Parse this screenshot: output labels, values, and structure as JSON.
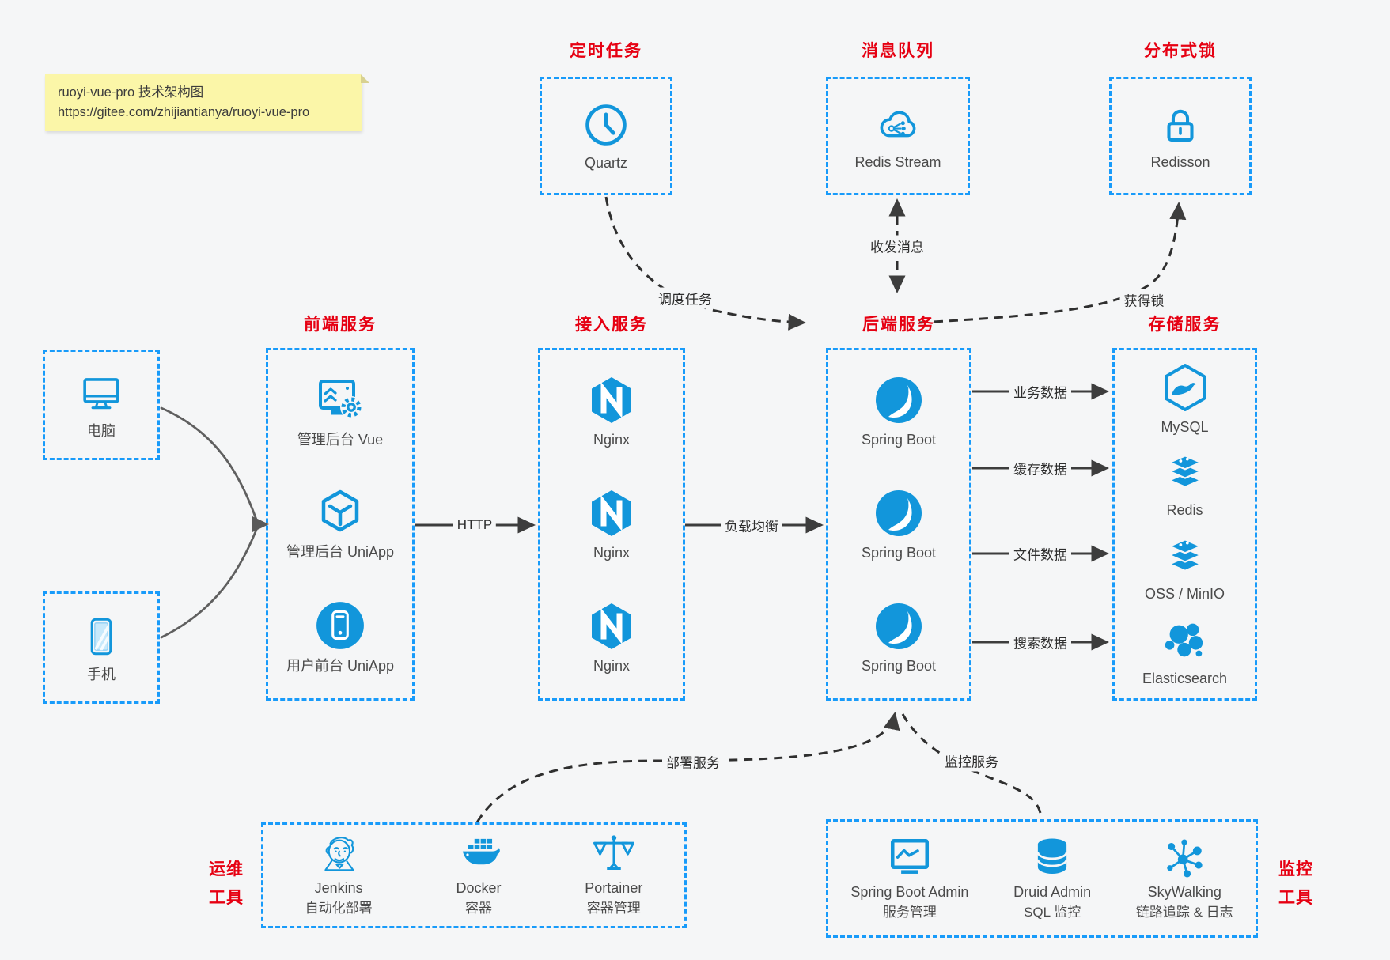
{
  "colors": {
    "accent_blue": "#1296db",
    "border_blue": "#189bfa",
    "title_red": "#e60012",
    "background": "#f5f6f7",
    "wire_dark": "#3d3d3d"
  },
  "note": {
    "line1": "ruoyi-vue-pro 技术架构图",
    "line2": "https://gitee.com/zhijiantianya/ruoyi-vue-pro"
  },
  "top_services": [
    {
      "title": "定时任务",
      "label": "Quartz",
      "icon": "clock-icon"
    },
    {
      "title": "消息队列",
      "label": "Redis Stream",
      "icon": "cloud-network-icon"
    },
    {
      "title": "分布式锁",
      "label": "Redisson",
      "icon": "lock-icon"
    }
  ],
  "clients": [
    {
      "label": "电脑",
      "icon": "desktop-icon"
    },
    {
      "label": "手机",
      "icon": "smartphone-icon"
    }
  ],
  "columns": {
    "frontend": {
      "title": "前端服务",
      "items": [
        {
          "label": "管理后台 Vue"
        },
        {
          "label": "管理后台 UniApp"
        },
        {
          "label": "用户前台 UniApp"
        }
      ]
    },
    "access": {
      "title": "接入服务",
      "items": [
        {
          "label": "Nginx"
        },
        {
          "label": "Nginx"
        },
        {
          "label": "Nginx"
        }
      ]
    },
    "backend": {
      "title": "后端服务",
      "items": [
        {
          "label": "Spring Boot"
        },
        {
          "label": "Spring Boot"
        },
        {
          "label": "Spring Boot"
        }
      ]
    },
    "storage": {
      "title": "存储服务",
      "items": [
        {
          "label": "MySQL"
        },
        {
          "label": "Redis"
        },
        {
          "label": "OSS / MinIO"
        },
        {
          "label": "Elasticsearch"
        }
      ]
    }
  },
  "ops": {
    "title_line1": "运维",
    "title_line2": "工具",
    "items": [
      {
        "name": "Jenkins",
        "desc": "自动化部署"
      },
      {
        "name": "Docker",
        "desc": "容器"
      },
      {
        "name": "Portainer",
        "desc": "容器管理"
      }
    ]
  },
  "monitor": {
    "title_line1": "监控",
    "title_line2": "工具",
    "items": [
      {
        "name": "Spring Boot Admin",
        "desc": "服务管理"
      },
      {
        "name": "Druid Admin",
        "desc": "SQL 监控"
      },
      {
        "name": "SkyWalking",
        "desc": "链路追踪 & 日志"
      }
    ]
  },
  "edges": {
    "http": "HTTP",
    "load_balance": "负载均衡",
    "business_data": "业务数据",
    "cache_data": "缓存数据",
    "file_data": "文件数据",
    "search_data": "搜索数据",
    "schedule_task": "调度任务",
    "send_receive_message": "收发消息",
    "acquire_lock": "获得锁",
    "deploy_service": "部署服务",
    "monitor_service": "监控服务"
  }
}
